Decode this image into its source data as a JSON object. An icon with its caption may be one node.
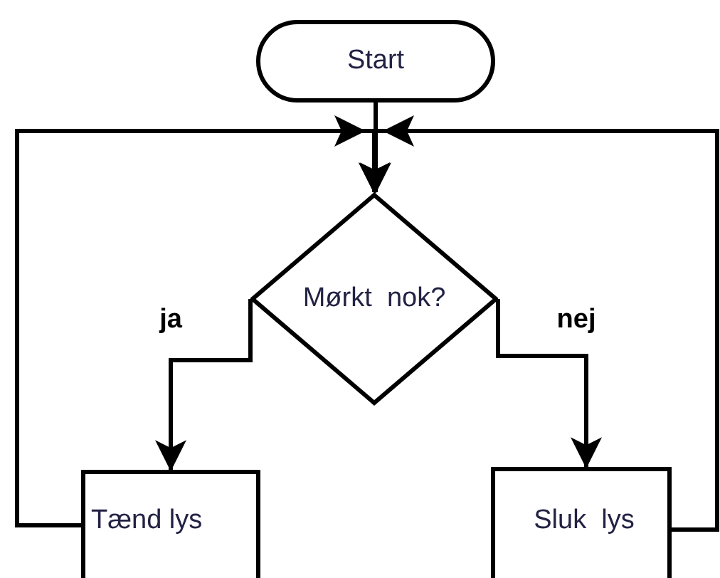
{
  "diagram": {
    "nodes": [
      {
        "text": [
          "Start"
        ]
      },
      {
        "text": [
          "Mørkt  nok?"
        ]
      },
      {
        "text": [
          "Tænd lys"
        ]
      },
      {
        "text": [
          "Sluk  lys"
        ]
      }
    ],
    "edges": [
      {
        "from": 0,
        "to": 1,
        "arrow": "to"
      },
      {
        "from": 1,
        "to": 2,
        "arrow": "to",
        "label": "ja"
      },
      {
        "from": 1,
        "to": 3,
        "arrow": "to",
        "label": "nej"
      },
      {
        "from": 2,
        "to": 1,
        "arrow": "to"
      },
      {
        "from": 3,
        "to": 1,
        "arrow": "to"
      }
    ]
  }
}
